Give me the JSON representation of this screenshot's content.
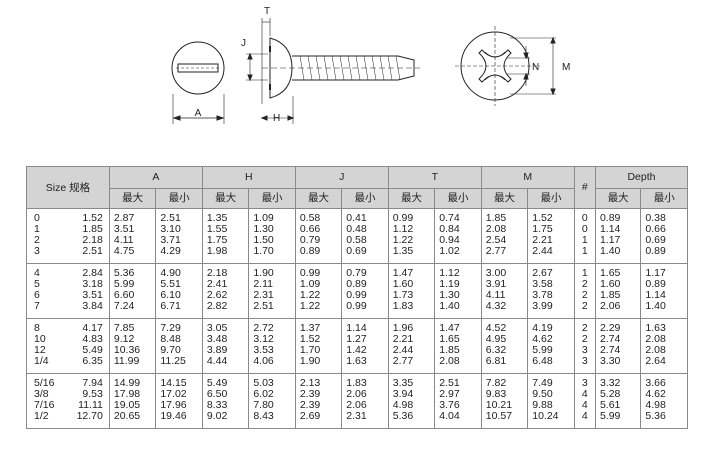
{
  "diagram": {
    "labels": {
      "t": "T",
      "j": "J",
      "a": "A",
      "h": "H",
      "n": "N",
      "m": "M"
    }
  },
  "table": {
    "size_header": [
      "Size",
      "规格"
    ],
    "groups": [
      "A",
      "H",
      "J",
      "T",
      "M",
      "#",
      "Depth"
    ],
    "sub": [
      "最大",
      "最小"
    ],
    "rows": [
      {
        "size_num": [
          "0",
          "1",
          "2",
          "3"
        ],
        "size_dia": [
          "1.52",
          "1.85",
          "2.18",
          "2.51"
        ],
        "a_max": [
          "2.87",
          "3.51",
          "4.11",
          "4.75"
        ],
        "a_min": [
          "2.51",
          "3.10",
          "3.71",
          "4.29"
        ],
        "h_max": [
          "1.35",
          "1.55",
          "1.75",
          "1.98"
        ],
        "h_min": [
          "1.09",
          "1.30",
          "1.50",
          "1.70"
        ],
        "j_max": [
          "0.58",
          "0.66",
          "0.79",
          "0.89"
        ],
        "j_min": [
          "0.41",
          "0.48",
          "0.58",
          "0.69"
        ],
        "t_max": [
          "0.99",
          "1.12",
          "1.22",
          "1.35"
        ],
        "t_min": [
          "0.74",
          "0.84",
          "0.94",
          "1.02"
        ],
        "m_max": [
          "1.85",
          "2.08",
          "2.54",
          "2.77"
        ],
        "m_min": [
          "1.52",
          "1.75",
          "2.21",
          "2.44"
        ],
        "hash": [
          "0",
          "0",
          "1",
          "1"
        ],
        "d_max": [
          "0.89",
          "1.14",
          "1.17",
          "1.40"
        ],
        "d_min": [
          "0.38",
          "0.66",
          "0.69",
          "0.89"
        ]
      },
      {
        "size_num": [
          "4",
          "5",
          "6",
          "7"
        ],
        "size_dia": [
          "2.84",
          "3.18",
          "3.51",
          "3.84"
        ],
        "a_max": [
          "5.36",
          "5.99",
          "6.60",
          "7.24"
        ],
        "a_min": [
          "4.90",
          "5.51",
          "6.10",
          "6.71"
        ],
        "h_max": [
          "2.18",
          "2.41",
          "2.62",
          "2.82"
        ],
        "h_min": [
          "1.90",
          "2.11",
          "2.31",
          "2.51"
        ],
        "j_max": [
          "0.99",
          "1.09",
          "1.22",
          "1.22"
        ],
        "j_min": [
          "0.79",
          "0.89",
          "0.99",
          "0.99"
        ],
        "t_max": [
          "1.47",
          "1.60",
          "1.73",
          "1.83"
        ],
        "t_min": [
          "1.12",
          "1.19",
          "1.30",
          "1.40"
        ],
        "m_max": [
          "3.00",
          "3.91",
          "4.11",
          "4.32"
        ],
        "m_min": [
          "2.67",
          "3.58",
          "3.78",
          "3.99"
        ],
        "hash": [
          "1",
          "2",
          "2",
          "2"
        ],
        "d_max": [
          "1.65",
          "1.60",
          "1.85",
          "2.06"
        ],
        "d_min": [
          "1.17",
          "0.89",
          "1.14",
          "1.40"
        ]
      },
      {
        "size_num": [
          "8",
          "10",
          "12",
          "1/4"
        ],
        "size_dia": [
          "4.17",
          "4.83",
          "5.49",
          "6.35"
        ],
        "a_max": [
          "7.85",
          "9.12",
          "10.36",
          "11.99"
        ],
        "a_min": [
          "7.29",
          "8.48",
          "9.70",
          "11.25"
        ],
        "h_max": [
          "3.05",
          "3.48",
          "3.89",
          "4.44"
        ],
        "h_min": [
          "2.72",
          "3.12",
          "3.53",
          "4.06"
        ],
        "j_max": [
          "1.37",
          "1.52",
          "1.70",
          "1.90"
        ],
        "j_min": [
          "1.14",
          "1.27",
          "1.42",
          "1.63"
        ],
        "t_max": [
          "1.96",
          "2.21",
          "2.44",
          "2.77"
        ],
        "t_min": [
          "1.47",
          "1.65",
          "1.85",
          "2.08"
        ],
        "m_max": [
          "4.52",
          "4.95",
          "6.32",
          "6.81"
        ],
        "m_min": [
          "4.19",
          "4.62",
          "5.99",
          "6.48"
        ],
        "hash": [
          "2",
          "2",
          "3",
          "3"
        ],
        "d_max": [
          "2.29",
          "2.74",
          "2.74",
          "3.30"
        ],
        "d_min": [
          "1.63",
          "2.08",
          "2.08",
          "2.64"
        ]
      },
      {
        "size_num": [
          "5/16",
          "3/8",
          "7/16",
          "1/2"
        ],
        "size_dia": [
          "7.94",
          "9.53",
          "11.11",
          "12.70"
        ],
        "a_max": [
          "14.99",
          "17.98",
          "19.05",
          "20.65"
        ],
        "a_min": [
          "14.15",
          "17.02",
          "17.96",
          "19.46"
        ],
        "h_max": [
          "5.49",
          "6.50",
          "8.33",
          "9.02"
        ],
        "h_min": [
          "5.03",
          "6.02",
          "7.80",
          "8.43"
        ],
        "j_max": [
          "2.13",
          "2.39",
          "2.39",
          "2.69"
        ],
        "j_min": [
          "1.83",
          "2.06",
          "2.06",
          "2.31"
        ],
        "t_max": [
          "3.35",
          "3.94",
          "4.98",
          "5.36"
        ],
        "t_min": [
          "2.51",
          "2.97",
          "3.76",
          "4.04"
        ],
        "m_max": [
          "7.82",
          "9.83",
          "10.21",
          "10.57"
        ],
        "m_min": [
          "7.49",
          "9.50",
          "9.88",
          "10.24"
        ],
        "hash": [
          "3",
          "4",
          "4",
          "4"
        ],
        "d_max": [
          "3.32",
          "5.28",
          "5.61",
          "5.99"
        ],
        "d_min": [
          "3.66",
          "4.62",
          "4.98",
          "5.36"
        ]
      }
    ]
  }
}
